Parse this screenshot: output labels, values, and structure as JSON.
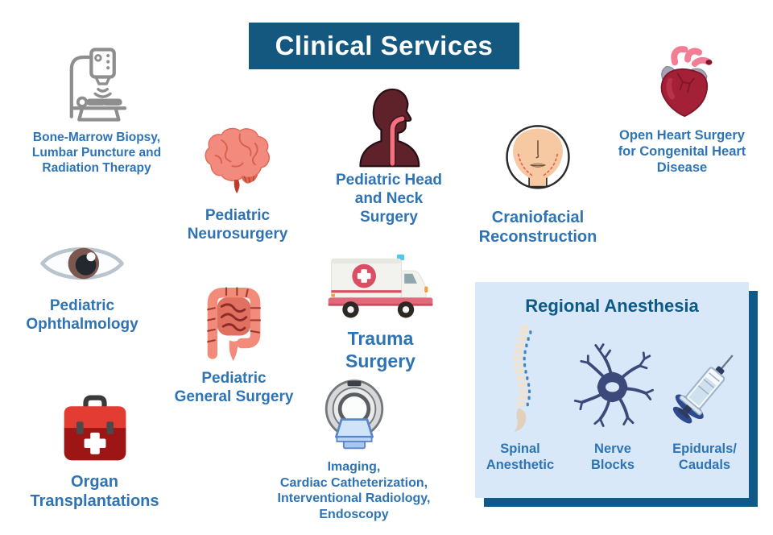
{
  "header": {
    "title": "Clinical Services"
  },
  "colors": {
    "banner_bg": "#15587f",
    "banner_text": "#ffffff",
    "label_blue": "#2e74b5",
    "box_bg": "#d9e8f9",
    "box_shadow": "#0f5a87",
    "box_title": "#0d5a87"
  },
  "services": [
    {
      "name": "bone-marrow",
      "icon": "radiation-therapy-machine-icon",
      "label": "Bone-Marrow Biopsy,\nLumbar Puncture and\nRadiation Therapy"
    },
    {
      "name": "neurosurgery",
      "icon": "brain-icon",
      "label": "Pediatric\nNeurosurgery"
    },
    {
      "name": "head-neck",
      "icon": "head-and-neck-icon",
      "label": "Pediatric Head\nand Neck\nSurgery"
    },
    {
      "name": "craniofacial",
      "icon": "face-icon",
      "label": "Craniofacial\nReconstruction"
    },
    {
      "name": "open-heart",
      "icon": "anatomical-heart-icon",
      "label": "Open Heart Surgery\nfor Congenital Heart\nDisease"
    },
    {
      "name": "ophthalmology",
      "icon": "eye-icon",
      "label": "Pediatric\nOphthalmology"
    },
    {
      "name": "general-surgery",
      "icon": "intestines-icon",
      "label": "Pediatric\nGeneral Surgery"
    },
    {
      "name": "trauma",
      "icon": "ambulance-icon",
      "label": "Trauma Surgery"
    },
    {
      "name": "organ-transplant",
      "icon": "first-aid-kit-icon",
      "label": "Organ\nTransplantations"
    },
    {
      "name": "imaging",
      "icon": "mri-scanner-icon",
      "label": "Imaging,\nCardiac Catheterization,\nInterventional Radiology,\nEndoscopy"
    }
  ],
  "anesthesia": {
    "title": "Regional Anesthesia",
    "items": [
      {
        "name": "spinal",
        "icon": "spine-icon",
        "label": "Spinal\nAnesthetic"
      },
      {
        "name": "nerve",
        "icon": "neuron-icon",
        "label": "Nerve\nBlocks"
      },
      {
        "name": "epidurals",
        "icon": "syringe-icon",
        "label": "Epidurals/\nCaudals"
      }
    ]
  }
}
